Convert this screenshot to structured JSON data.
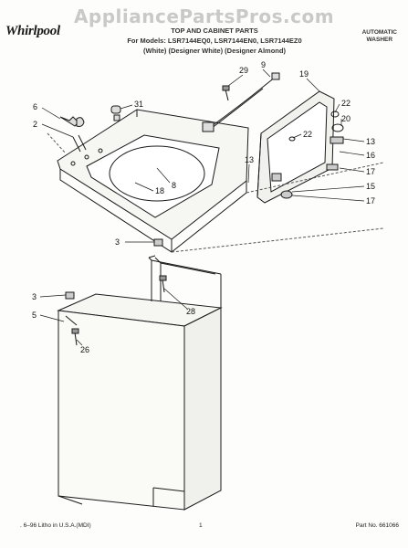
{
  "watermark": "AppliancePartsPros.com",
  "brand": "Whirlpool",
  "header": {
    "title": "TOP AND CABINET PARTS",
    "models": "For Models: LSR7144EQ0, LSR7144EN0, LSR7144EZ0",
    "colors": "(White)   (Designer White)  (Designer Almond)"
  },
  "product": {
    "line1": "AUTOMATIC",
    "line2": "WASHER"
  },
  "callouts": {
    "c29": "29",
    "c9": "9",
    "c19": "19",
    "c6": "6",
    "c31": "31",
    "c2": "2",
    "c22a": "22",
    "c20": "20",
    "c22b": "22",
    "c13a": "13",
    "c16": "16",
    "c17a": "17",
    "c13b": "13",
    "c15": "15",
    "c17b": "17",
    "c18": "18",
    "c8": "8",
    "c3a": "3",
    "c28": "28",
    "c3b": "3",
    "c5": "5",
    "c26": "26"
  },
  "footer": {
    "litho": ". 6–96 Litho in U.S.A.(MDI)",
    "page": "1",
    "part": "Part No. 661066"
  }
}
